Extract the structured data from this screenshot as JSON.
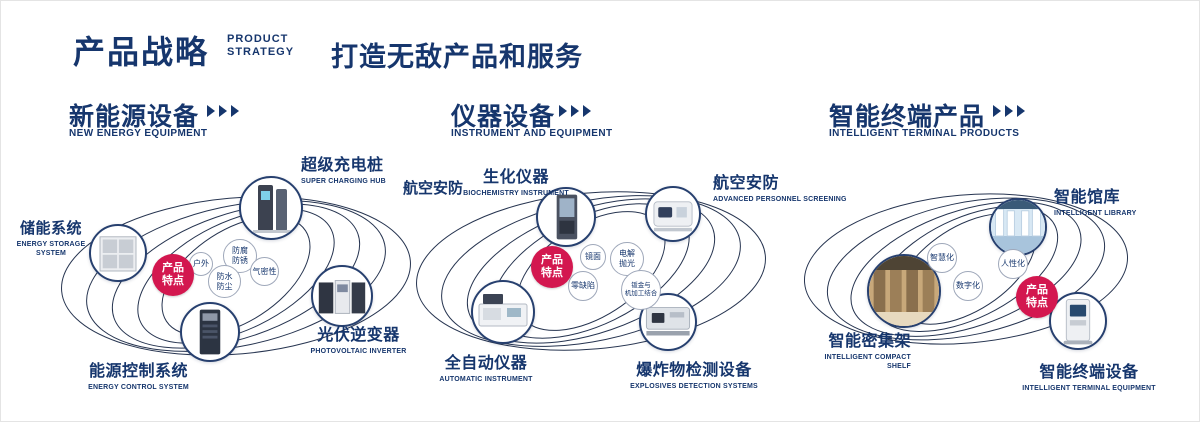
{
  "header": {
    "title_cn": "产品战略",
    "title_en": "PRODUCT\nSTRATEGY",
    "slogan": "打造无敌产品和服务"
  },
  "sections": [
    {
      "title_cn": "新能源设备",
      "title_en": "NEW ENERGY EQUIPMENT",
      "feature_badge": "产品\n特点",
      "products": [
        {
          "name_cn": "超级充电桩",
          "name_en": "SUPER CHARGING HUB"
        },
        {
          "name_cn": "储能系统",
          "name_en": "ENERGY STORAGE\nSYSTEM"
        },
        {
          "name_cn": "光伏逆变器",
          "name_en": "PHOTOVOLTAIC INVERTER"
        },
        {
          "name_cn": "能源控制系统",
          "name_en": "ENERGY CONTROL SYSTEM"
        }
      ],
      "bubbles": [
        "户外",
        "防腐\n防锈",
        "气密性",
        "防水\n防尘"
      ]
    },
    {
      "title_cn": "仪器设备",
      "title_en": "INSTRUMENT AND EQUIPMENT",
      "feature_badge": "产品\n特点",
      "side_label": "航空安防",
      "products": [
        {
          "name_cn": "生化仪器",
          "name_en": "BIOCHEMISTRY INSTRUMENT"
        },
        {
          "name_cn": "航空安防",
          "name_en": "ADVANCED PERSONNEL SCREENING"
        },
        {
          "name_cn": "全自动仪器",
          "name_en": "AUTOMATIC INSTRUMENT"
        },
        {
          "name_cn": "爆炸物检测设备",
          "name_en": "EXPLOSIVES DETECTION SYSTEMS"
        }
      ],
      "bubbles": [
        "镜面",
        "电解\n抛光",
        "零缺陷",
        "钣金与\n机加工结合"
      ]
    },
    {
      "title_cn": "智能终端产品",
      "title_en": "INTELLIGENT TERMINAL PRODUCTS",
      "feature_badge": "产品\n特点",
      "products": [
        {
          "name_cn": "智能馆库",
          "name_en": "INTELLIGENT LIBRARY"
        },
        {
          "name_cn": "智能密集架",
          "name_en": "INTELLIGENT COMPACT\nSHELF"
        },
        {
          "name_cn": "智能终端设备",
          "name_en": "INTELLIGENT TERMINAL EQUIPMENT"
        }
      ],
      "bubbles": [
        "智慧化",
        "人性化",
        "数字化"
      ]
    }
  ],
  "colors": {
    "navy": "#16366d",
    "red": "#d3174f",
    "orbit": "#263450"
  }
}
